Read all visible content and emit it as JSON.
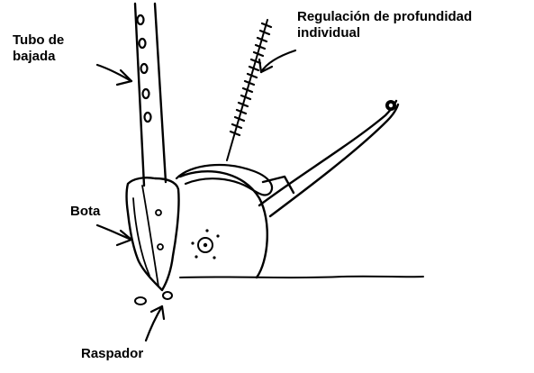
{
  "labels": {
    "tubo_line1": "Tubo de",
    "tubo_line2": "bajada",
    "regulacion_line1": "Regulación de profundidad",
    "regulacion_line2": "individual",
    "bota": "Bota",
    "raspador": "Raspador"
  }
}
